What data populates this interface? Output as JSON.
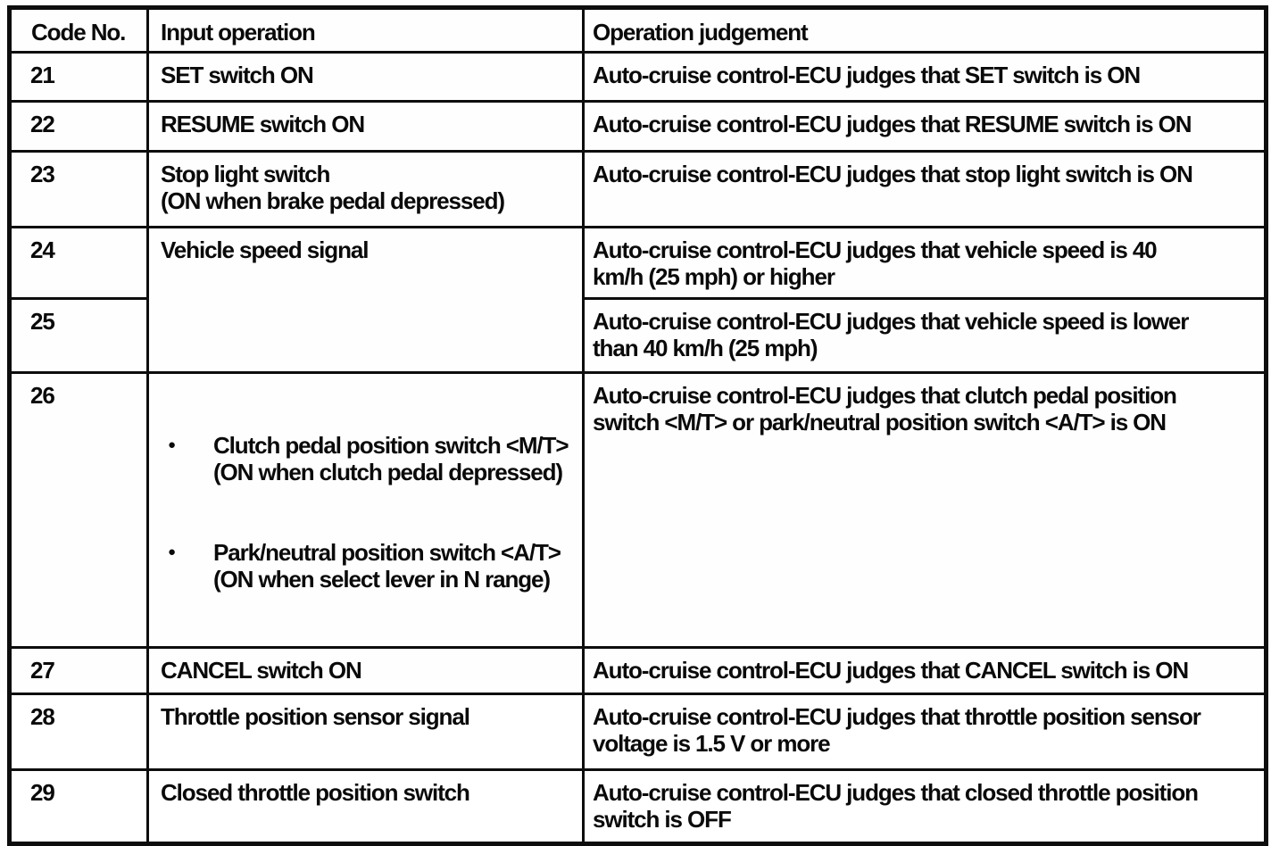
{
  "page": {
    "paper_color": "#ffffff",
    "ink_color": "#0d0d0d"
  },
  "table": {
    "bullet_char": "●",
    "headers": {
      "code": "Code No.",
      "input": "Input operation",
      "judgement": "Operation judgement"
    },
    "rows": [
      {
        "code": "21",
        "input": "SET switch ON",
        "judgement": "Auto-cruise control-ECU judges that SET switch is ON"
      },
      {
        "code": "22",
        "input": "RESUME switch ON",
        "judgement": "Auto-cruise control-ECU judges that RESUME switch is ON"
      },
      {
        "code": "23",
        "input": "Stop light switch\n(ON when brake pedal depressed)",
        "judgement": "Auto-cruise control-ECU judges that stop light switch is ON"
      },
      {
        "code": "24",
        "input": "Vehicle speed signal",
        "judgement": "Auto-cruise control-ECU judges that vehicle speed is 40\nkm/h (25 mph) or higher"
      },
      {
        "code": "25",
        "judgement": "Auto-cruise control-ECU judges that vehicle speed is lower\nthan 40 km/h (25 mph)"
      },
      {
        "code": "26",
        "input_items": [
          {
            "text": "Clutch pedal position switch <M/T>\n(ON when clutch pedal depressed)"
          },
          {
            "text": "Park/neutral position switch <A/T>\n(ON when select lever in N range)"
          }
        ],
        "judgement": "Auto-cruise control-ECU judges that clutch pedal position\nswitch <M/T> or park/neutral position switch <A/T> is ON"
      },
      {
        "code": "27",
        "input": "CANCEL switch ON",
        "judgement": "Auto-cruise control-ECU judges that CANCEL switch is ON"
      },
      {
        "code": "28",
        "input": "Throttle position sensor signal",
        "judgement": "Auto-cruise control-ECU judges that throttle position sensor\nvoltage is 1.5 V or more"
      },
      {
        "code": "29",
        "input": "Closed throttle position switch",
        "judgement": "Auto-cruise control-ECU judges that closed throttle position\nswitch is OFF"
      }
    ]
  }
}
